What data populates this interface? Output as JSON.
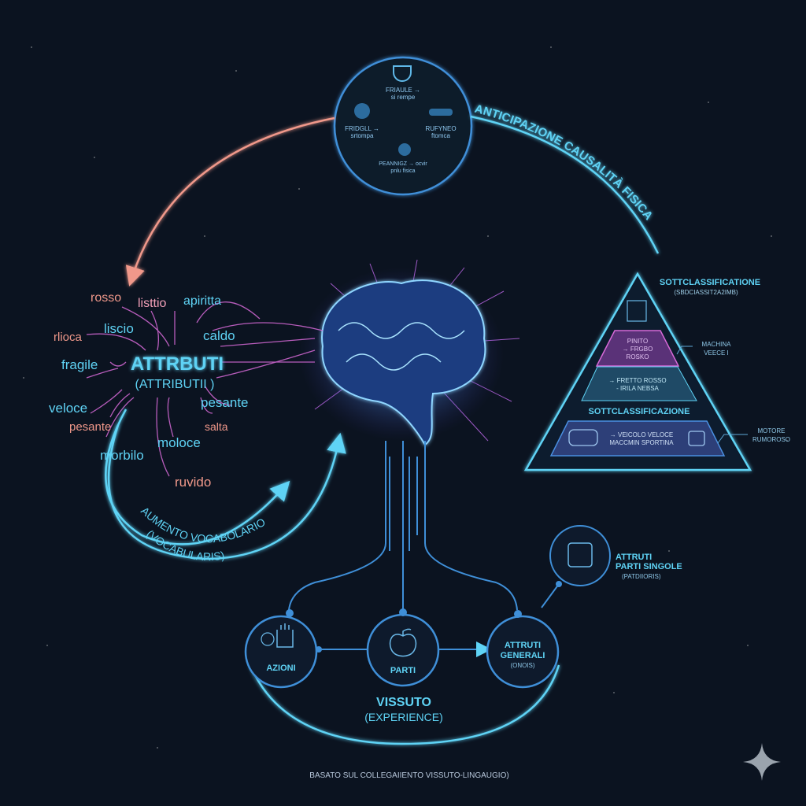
{
  "causality_circle": {
    "items": [
      {
        "icon": "teacup-icon",
        "line1": "FRIAULE →",
        "line2": "si rempe"
      },
      {
        "icon": "broken-object-icon",
        "line1": "FRIDGLL →",
        "line2": "srtompa"
      },
      {
        "icon": "car-icon",
        "line1": "RUFYNEO",
        "line2": "ftomca"
      },
      {
        "icon": "fruit-icon",
        "line1": "PEANNIGZ → ocvir",
        "line2": "pnlu fisica"
      }
    ]
  },
  "causality_label": "ANTICIPAZIONE CAUSALITÀ FISICA",
  "attributes": {
    "title": "ATTRBUTI",
    "subtitle": "(ATTRIBUTII )",
    "words": [
      "rosso",
      "listtio",
      "apiritta",
      "rlioca",
      "liscio",
      "caldo",
      "fragile",
      "veloce",
      "pesante",
      "pesante",
      "salta",
      "moloce",
      "morbilo",
      "ruvido"
    ]
  },
  "vocabulary": {
    "line1": "AUMENTO VOCABOLARIO",
    "line2": "(VOCABULARIS)"
  },
  "pyramid": {
    "title": "SOTTCLASSIFICATIONE",
    "subtitle": "(SBDCIASSIT2A2IMB)",
    "tier2": [
      "PINITO",
      "→ FRGBO",
      "ROSKO"
    ],
    "tier3": [
      "→ FRETTO ROSSO",
      "- IRILA NEBSA"
    ],
    "mid_title": "SOTTCLASSIFICAZIONE",
    "tier4": [
      "→ VEICOLO VELOCE",
      "MACCMIN SPORTINA"
    ],
    "side1": [
      "MACHINA",
      "VEECE I"
    ],
    "side2": [
      "MOTORE",
      "RUMOROSO"
    ]
  },
  "parts_single": {
    "line1": "ATTRUTI",
    "line2": "PARTI SINGOLE",
    "line3": "(PATDIIORIS)"
  },
  "experience": {
    "nodes": [
      {
        "label": "AZIONI"
      },
      {
        "label": "PARTI"
      },
      {
        "label": "ATTRUTI",
        "label2": "GENERALI",
        "label3": "(ONOIS)"
      }
    ],
    "title": "VISSUTO",
    "subtitle": "(EXPERIENCE)"
  },
  "footer": "BASATO SUL COLLEGAIIENTO VISSUTO-LINGAUGIO)",
  "colors": {
    "background": "#0b1320",
    "cyan": "#5fd3f5",
    "salmon": "#f0988a",
    "magenta": "#d76ad8",
    "blue": "#3f8fd8"
  }
}
